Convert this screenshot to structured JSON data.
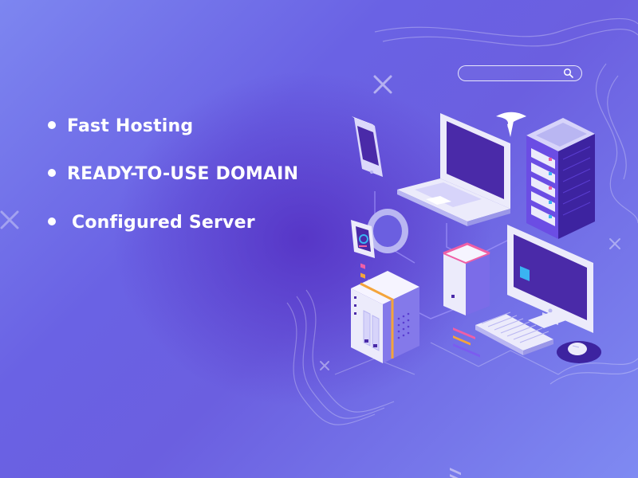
{
  "features": [
    {
      "label": "Fast Hosting"
    },
    {
      "label": "READY-TO-USE DOMAIN"
    },
    {
      "label": "Configured Server"
    }
  ],
  "search": {
    "icon": "search-icon"
  },
  "icons": [
    "close-x-icon",
    "logo-icon"
  ],
  "colors": {
    "background_light": "#7f8af2",
    "background_dark": "#5a3fd0",
    "device_light": "#ecebfb",
    "device_mid": "#b9b6f2",
    "screen": "#4a2aa8",
    "accent_pink": "#ef5fa6",
    "accent_orange": "#f4a43b",
    "accent_blue": "#3ab4f2"
  }
}
